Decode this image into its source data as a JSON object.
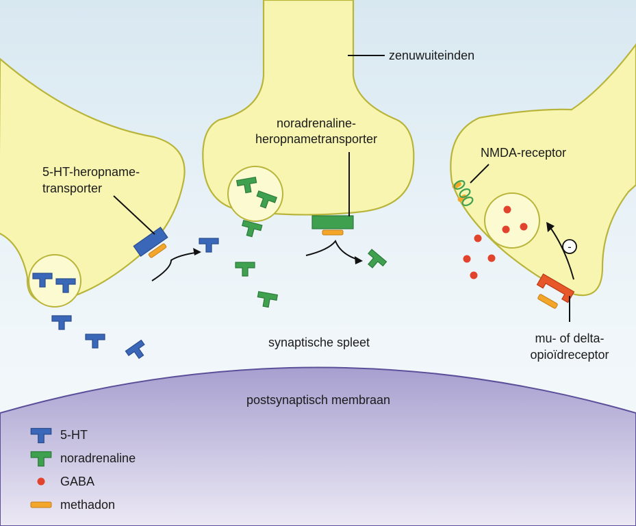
{
  "labels": {
    "nerve_endings": "zenuwuiteinden",
    "ne_transporter_line1": "noradrenaline-",
    "ne_transporter_line2": "heropnametransporter",
    "ht_transporter_line1": "5-HT-heropname-",
    "ht_transporter_line2": "transporter",
    "nmda": "NMDA-receptor",
    "opioid_line1": "mu- of delta-",
    "opioid_line2": "opioïdreceptor",
    "cleft": "synaptische spleet",
    "membrane": "postsynaptisch membraan",
    "inhibit_sign": "-"
  },
  "legend": [
    {
      "icon": "blue-t-icon",
      "label": "5-HT"
    },
    {
      "icon": "green-t-icon",
      "label": "noradrenaline"
    },
    {
      "icon": "red-dot-icon",
      "label": "GABA"
    },
    {
      "icon": "orange-bar-icon",
      "label": "methadon"
    }
  ],
  "colors": {
    "terminal_fill": "#f7f5b0",
    "terminal_stroke": "#b9b43a",
    "serotonin": "#3b67b8",
    "noradrenaline": "#3fa14f",
    "gaba": "#e1432d",
    "methadone": "#f4a62a",
    "opioid_receptor": "#e8572a",
    "membrane": "#aaa3d2"
  }
}
